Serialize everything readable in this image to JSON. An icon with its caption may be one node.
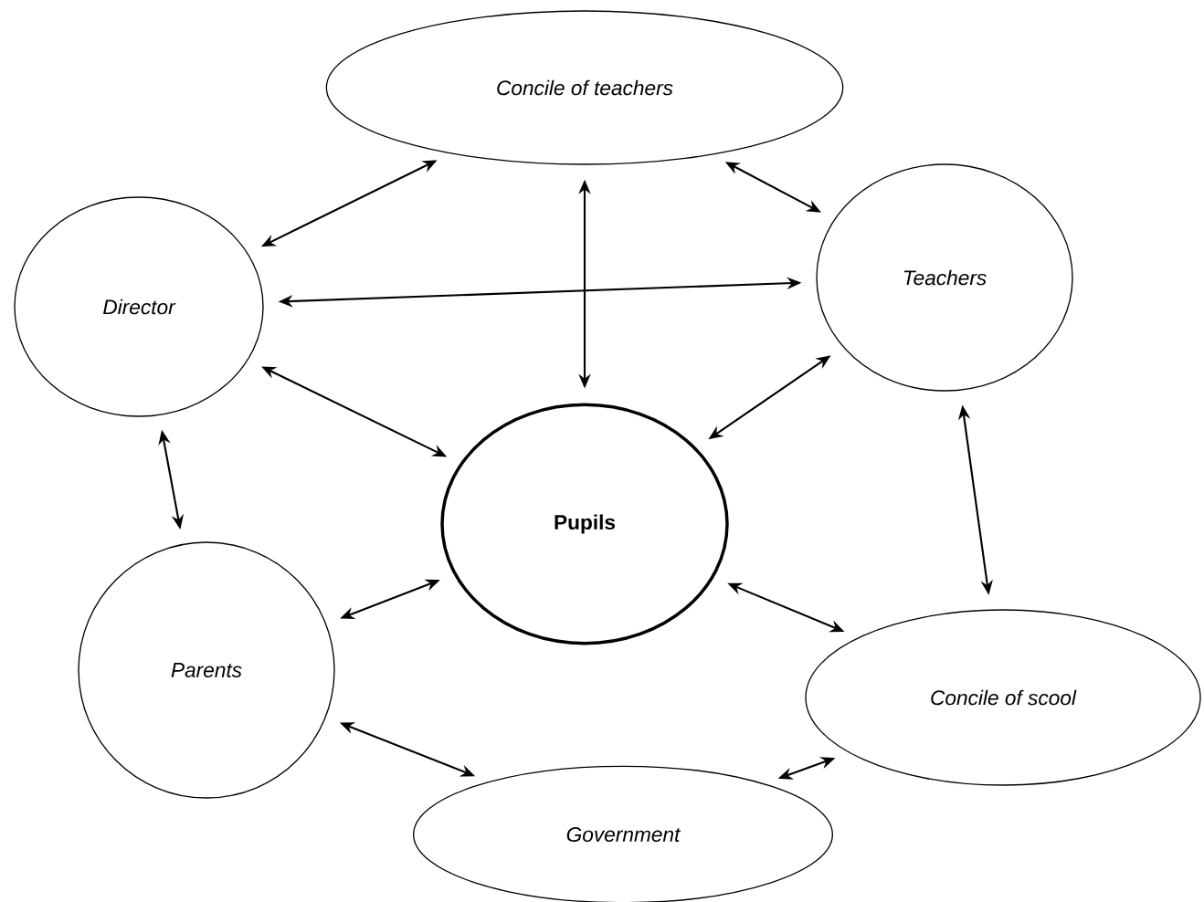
{
  "diagram": {
    "nodes": [
      {
        "text": [
          "Concile of teachers"
        ]
      },
      {
        "text": [
          "Director"
        ]
      },
      {
        "text": [
          "Teachers"
        ]
      },
      {
        "text": [
          "Pupils"
        ]
      },
      {
        "text": [
          "Parents"
        ]
      },
      {
        "text": [
          "Concile of scool"
        ]
      },
      {
        "text": [
          "Government"
        ]
      }
    ],
    "edges": [
      {
        "from": 1,
        "to": 0,
        "arrow": "both"
      },
      {
        "from": 0,
        "to": 2,
        "arrow": "both"
      },
      {
        "from": 0,
        "to": 3,
        "arrow": "both"
      },
      {
        "from": 1,
        "to": 2,
        "arrow": "both"
      },
      {
        "from": 1,
        "to": 3,
        "arrow": "both"
      },
      {
        "from": 2,
        "to": 3,
        "arrow": "both"
      },
      {
        "from": 1,
        "to": 4,
        "arrow": "both"
      },
      {
        "from": 2,
        "to": 5,
        "arrow": "both"
      },
      {
        "from": 4,
        "to": 3,
        "arrow": "both"
      },
      {
        "from": 3,
        "to": 5,
        "arrow": "both"
      },
      {
        "from": 4,
        "to": 6,
        "arrow": "both"
      },
      {
        "from": 6,
        "to": 5,
        "arrow": "both"
      }
    ]
  }
}
